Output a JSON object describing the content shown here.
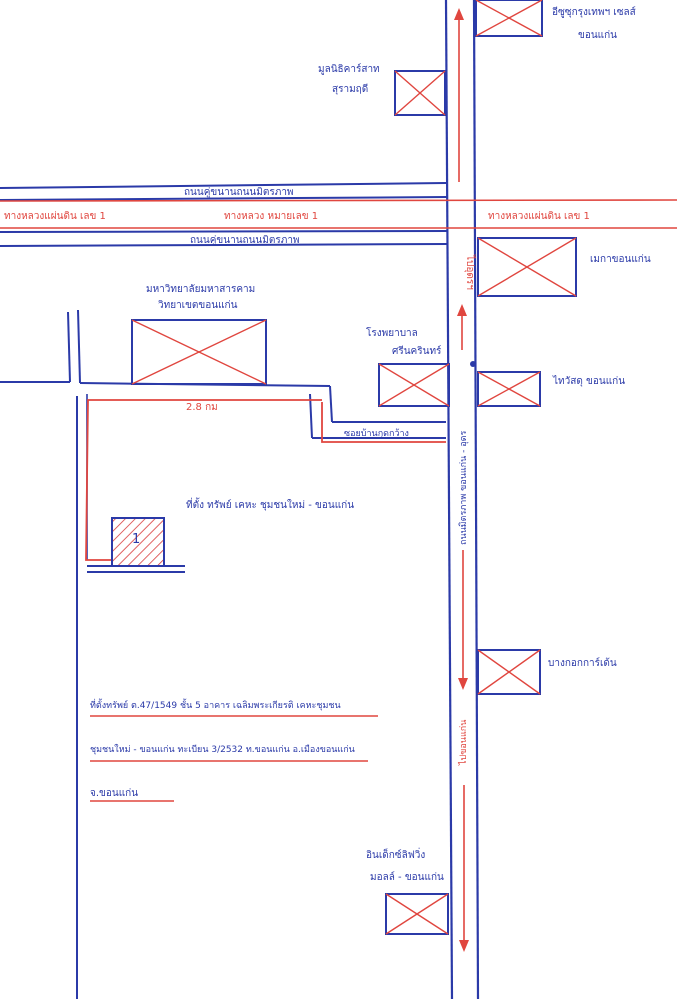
{
  "colors": {
    "ink_blue": "#2b3aa8",
    "ink_red": "#e0463f",
    "hatch_red": "#d83a3a",
    "paper": "#ffffff"
  },
  "labels": {
    "top_right_place": "อีซูซุกรุงเทพฯ เซลส์",
    "top_right_place_line2": "ขอนแก่น",
    "mall_upper": "มูลนิธิคาร์สาท",
    "mall_upper_line2": "สุรามฤดี",
    "frontage_road_north": "ถนนคู่ขนานถนนมิตรภาพ",
    "highway_left": "ทางหลวงแผ่นดิน เลข 1",
    "highway_center": "ทางหลวง หมายเลข 1",
    "highway_right": "ทางหลวงแผ่นดิน เลข 1",
    "frontage_road_south": "ถนนคู่ขนานถนนมิตรภาพ",
    "landmark_right_1": "เมกาขอนแก่น",
    "university": "มหาวิทยาลัยมหาสารคาม",
    "university_line2": "วิทยาเขตขอนแก่น",
    "direction_arrow_label": "ไปอุดรฯ",
    "hospital_left": "โรงพยาบาล",
    "hospital_left_line2": "ศรีนครินทร์",
    "landmark_right_2": "ไทวัสดุ ขอนแก่น",
    "distance_label": "2.8 กม",
    "soi_label": "ซอยบ้านกุดกว้าง",
    "site_caption": "ที่ตั้ง ทรัพย์ เคหะ ชุมชนใหม่ - ขอนแก่น",
    "site_number": "1",
    "road_vertical_label": "ถนนมิตรภาพ ขอนแก่น - อุดร",
    "landmark_right_3": "บางกอกการ์เด้น",
    "direction_arrow_label_south": "ไปขอนแก่น",
    "footer_line1": "ที่ตั้งทรัพย์ ต.47/1549 ชั้น 5 อาคาร เฉลิมพระเกียรติ เคหะชุมชน",
    "footer_line2": "ชุมชนใหม่ - ขอนแก่น ทะเบียน 3/2532 ท.ขอนแก่น อ.เมืองขอนแก่น",
    "footer_line3": "จ.ขอนแก่น",
    "bottom_place": "อินเด็กซ์ลิฟวิ่ง",
    "bottom_place_line2": "มอลล์ - ขอนแก่น"
  }
}
